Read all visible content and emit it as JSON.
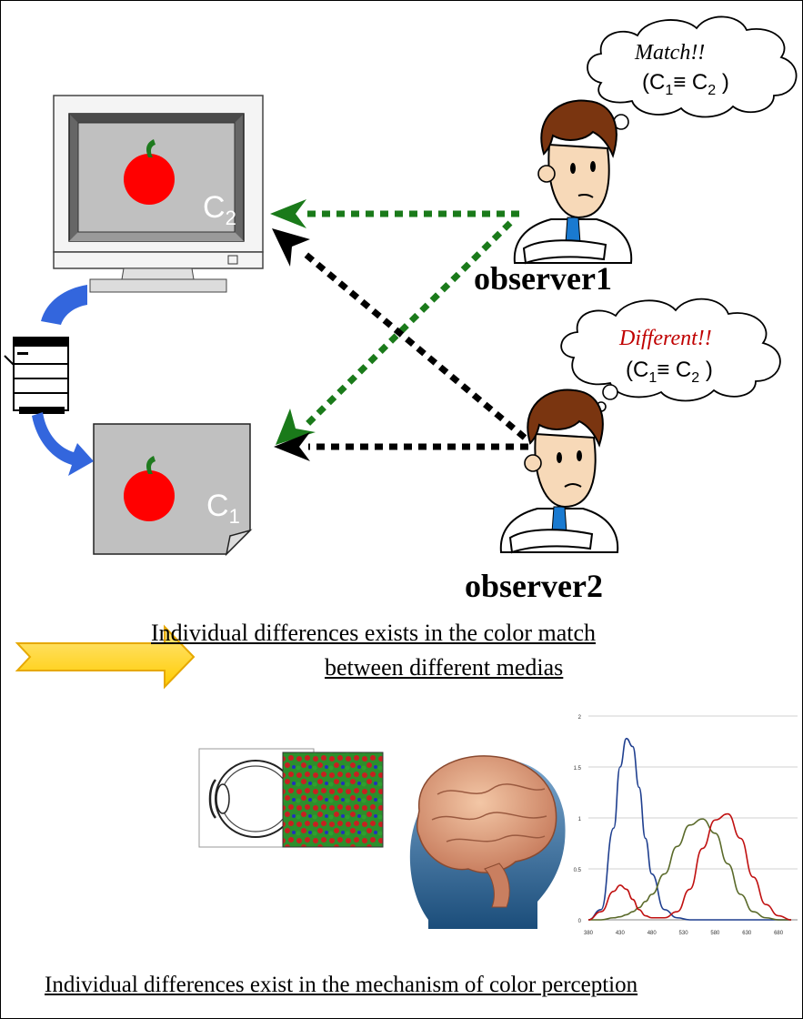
{
  "observers": {
    "observer1": "observer1",
    "observer2": "observer2"
  },
  "bubbles": {
    "match": {
      "word": "Match!!",
      "eq_open": "(C",
      "eq_sub1": "1",
      "eq_mid": "≡ C",
      "eq_sub2": "2",
      "eq_close": " )"
    },
    "different": {
      "word": "Different!!",
      "eq_open": "(C",
      "eq_sub1": "1",
      "eq_mid": "≡ C",
      "eq_sub2": "2",
      "eq_close": " )"
    }
  },
  "media_labels": {
    "monitor": {
      "letter": "C",
      "sub": "2"
    },
    "print": {
      "letter": "C",
      "sub": "1"
    }
  },
  "captions": {
    "line1": "Individual differences exists in the color match ",
    "line2": "between different medias",
    "line3": "Individual differences exist in the mechanism of color perception"
  },
  "colors": {
    "green_arrow": "#1a7a1a",
    "black_arrow": "#000000",
    "apple_red": "#ff0000",
    "leaf_green": "#1e7a1e",
    "blue_arrow": "#3366dd",
    "yellow_arrow": "#ffcc00",
    "different_text": "#c00000"
  },
  "chart_data": {
    "type": "line",
    "x": [
      380,
      400,
      420,
      430,
      440,
      450,
      460,
      470,
      480,
      500,
      520,
      540,
      560,
      580,
      600,
      620,
      640,
      660,
      680,
      700
    ],
    "xticks": [
      "380",
      "430",
      "480",
      "530",
      "580",
      "630",
      "680"
    ],
    "yticks": [
      "0",
      "0.5",
      "1",
      "1.5",
      "2"
    ],
    "ylim": [
      0,
      2
    ],
    "xlim": [
      380,
      710
    ],
    "grid": "horizontal",
    "series": [
      {
        "color": "#1f3f8f",
        "values": [
          0.0,
          0.1,
          0.9,
          1.5,
          1.78,
          1.7,
          1.3,
          0.8,
          0.45,
          0.1,
          0.02,
          0.0,
          0.0,
          0.0,
          0.0,
          0.0,
          0.0,
          0.0,
          0.0,
          0.0
        ]
      },
      {
        "color": "#5a6a2a",
        "values": [
          0.0,
          0.0,
          0.02,
          0.03,
          0.05,
          0.08,
          0.12,
          0.18,
          0.25,
          0.45,
          0.72,
          0.93,
          0.99,
          0.85,
          0.55,
          0.25,
          0.08,
          0.02,
          0.0,
          0.0
        ]
      },
      {
        "color": "#c01010",
        "values": [
          0.0,
          0.08,
          0.28,
          0.34,
          0.3,
          0.2,
          0.1,
          0.04,
          0.02,
          0.02,
          0.08,
          0.3,
          0.7,
          0.98,
          1.04,
          0.8,
          0.42,
          0.15,
          0.04,
          0.0
        ]
      }
    ]
  }
}
